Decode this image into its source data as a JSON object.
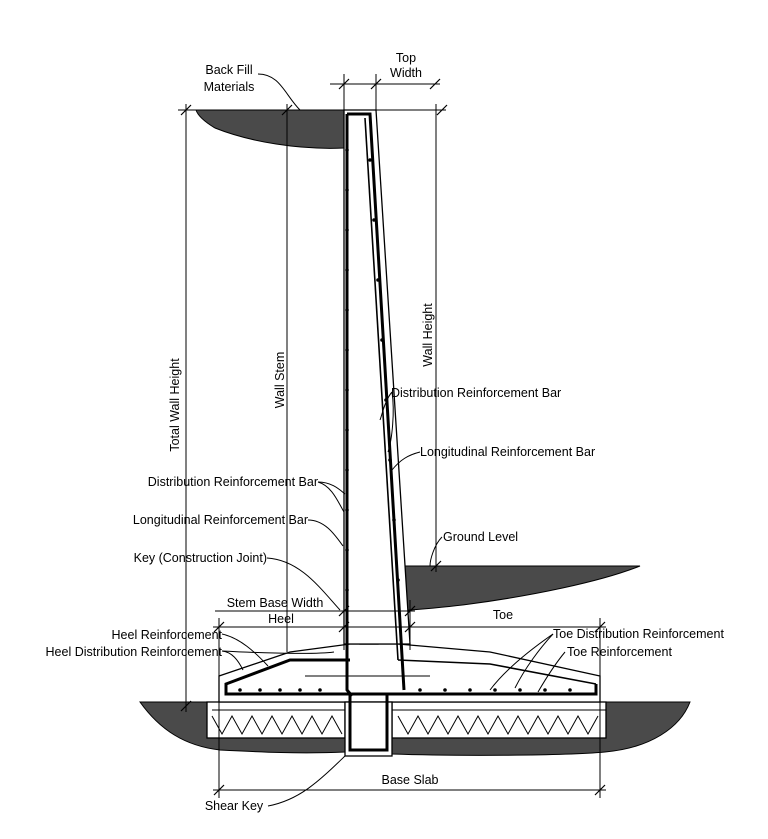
{
  "labels": {
    "top_width": [
      "Top",
      "Width"
    ],
    "back_fill": [
      "Back Fill",
      "Materials"
    ],
    "total_wall_height": "Total Wall Height",
    "wall_stem": "Wall Stem",
    "wall_height": "Wall Height",
    "distribution_bar_right": "Distribution Reinforcement Bar",
    "longitudinal_bar_right": "Longitudinal Reinforcement Bar",
    "distribution_bar_left": "Distribution Reinforcement Bar",
    "longitudinal_bar_left": "Longitudinal Reinforcement Bar",
    "key_joint": "Key (Construction Joint)",
    "ground_level": "Ground Level",
    "stem_base_width": "Stem Base Width",
    "heel": "Heel",
    "toe": "Toe",
    "heel_reinforcement": "Heel Reinforcement",
    "heel_distribution": "Heel Distribution Reinforcement",
    "toe_distribution": "Toe Distribution Reinforcement",
    "toe_reinforcement": "Toe Reinforcement",
    "base_slab": "Base Slab",
    "shear_key": "Shear Key"
  }
}
